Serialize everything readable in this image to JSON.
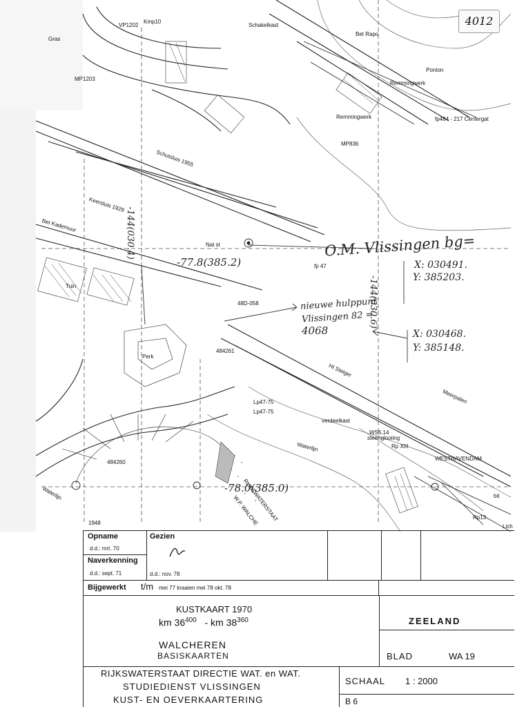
{
  "sheet_number": "4012",
  "map_labels": {
    "vp": "VP1202",
    "kmp": "Kmp10",
    "gras1": "Gras",
    "schakelkast": "Schakelkast",
    "bet_rapo": "Bet Rapo",
    "ponton": "Ponton",
    "remmingwerk1": "Remmingwerk",
    "remmingwerk2": "Remmingwerk",
    "centergat": "fp484 - 217 Centergat",
    "mp1203": "MP1203",
    "mp836": "MP836",
    "schutsluis": "Schutsluis 1955",
    "keersluis": "Keersluis 1929",
    "kademuur": "Bet Kademuur",
    "nat_st": "Nat st",
    "fp47": "fp 47",
    "ht_steiger": "Ht Steiger",
    "meerpalen": "Meerpalen",
    "verdeelkast": "verdeelkast",
    "ws": "WS6.14",
    "steenglooiing": "steenglooiing",
    "rpxiii": "Rp XIII",
    "westhavendam": "WESTHAVENDAM",
    "waterlijn1": "Waterlijn",
    "waterlijn2": "Waterlijn",
    "rijkswaterstaat": "RIJKSWATERSTAAT",
    "wp_walcheren": "W.P. WALCHE",
    "lp4775a": "Lp47-75",
    "lp4775b": "Lp47-75",
    "p48d058": "48D-058",
    "p484261": "484261",
    "p484260": "484260",
    "tuin": "Tuin",
    "perk": "Perk",
    "year1948": "1948",
    "rp13": "Rp13",
    "bit": "bit",
    "lich": "Lich"
  },
  "annotations": {
    "om_title": "O.M. Vlissingen bg=",
    "om_x": "X: 030491.",
    "om_y": "Y: 385203.",
    "hulp_l1": "nieuwe hulppunt",
    "hulp_l2": "Vlissingen 82 =",
    "hulp_l3": "4068",
    "hulp_x": "X: 030468.",
    "hulp_y": "Y: 385148.",
    "coord_v1": "-144(030.4)",
    "coord_v2": "-144(030.6)",
    "coord_h1": "-77.8(385.2)",
    "coord_h2": "-78.0(385.0)"
  },
  "titleblock": {
    "opname": "Opname",
    "opname_dd": "d.d.:  mrt. 70",
    "gezien": "Gezien",
    "naverkenning": "Naverkenning",
    "nav_dd": "d.d.:  sept. 71",
    "gezien_dd": "d.d.:  nov. 78",
    "bijgewerkt": "Bijgewerkt",
    "bijgewerkt_unit": "t/m",
    "bijgewerkt_detail": "mei 77   kraaien  mei 78  okt. 78",
    "kustkaart": "KUSTKAART  1970",
    "km_from": "km 36",
    "km_from_sup": "400",
    "km_dash": "- km 38",
    "km_to_sup": "360",
    "walcheren": "WALCHEREN",
    "basiskaarten": "BASISKAARTEN",
    "zeeland": "ZEELAND",
    "blad": "BLAD",
    "blad_val": "WA 19",
    "rws": "RIJKSWATERSTAAT  DIRECTIE  WAT. en WAT.",
    "studiedienst": "STUDIEDIENST    VLISSINGEN",
    "kust": "KUST-  EN  OEVERKAARTERING",
    "schaal": "SCHAAL",
    "schaal_val": "1  :  2000",
    "b6": "B 6"
  }
}
